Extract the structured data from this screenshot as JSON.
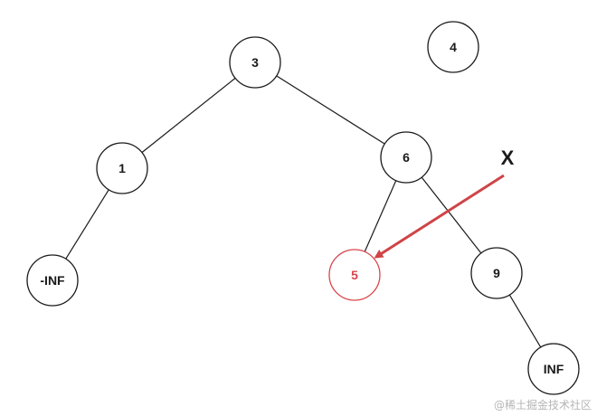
{
  "diagram": {
    "nodes": [
      {
        "id": "n3",
        "label": "3",
        "highlight": false
      },
      {
        "id": "n4",
        "label": "4",
        "highlight": false
      },
      {
        "id": "n1",
        "label": "1",
        "highlight": false
      },
      {
        "id": "n6",
        "label": "6",
        "highlight": false
      },
      {
        "id": "nneginf",
        "label": "-INF",
        "highlight": false
      },
      {
        "id": "n5",
        "label": "5",
        "highlight": true
      },
      {
        "id": "n9",
        "label": "9",
        "highlight": false
      },
      {
        "id": "ninf",
        "label": "INF",
        "highlight": false
      }
    ],
    "edges": [
      {
        "from": "n3",
        "to": "n1"
      },
      {
        "from": "n3",
        "to": "n6"
      },
      {
        "from": "n1",
        "to": "nneginf"
      },
      {
        "from": "n6",
        "to": "n5"
      },
      {
        "from": "n6",
        "to": "n9"
      },
      {
        "from": "n9",
        "to": "ninf"
      }
    ],
    "pointer": {
      "label": "X",
      "target": "n5"
    }
  },
  "colors": {
    "node_stroke": "#1a1a1a",
    "highlight": "#d9464b",
    "arrow": "#cf4447",
    "text": "#1a1a1a"
  },
  "watermark": "@稀土掘金技术社区"
}
